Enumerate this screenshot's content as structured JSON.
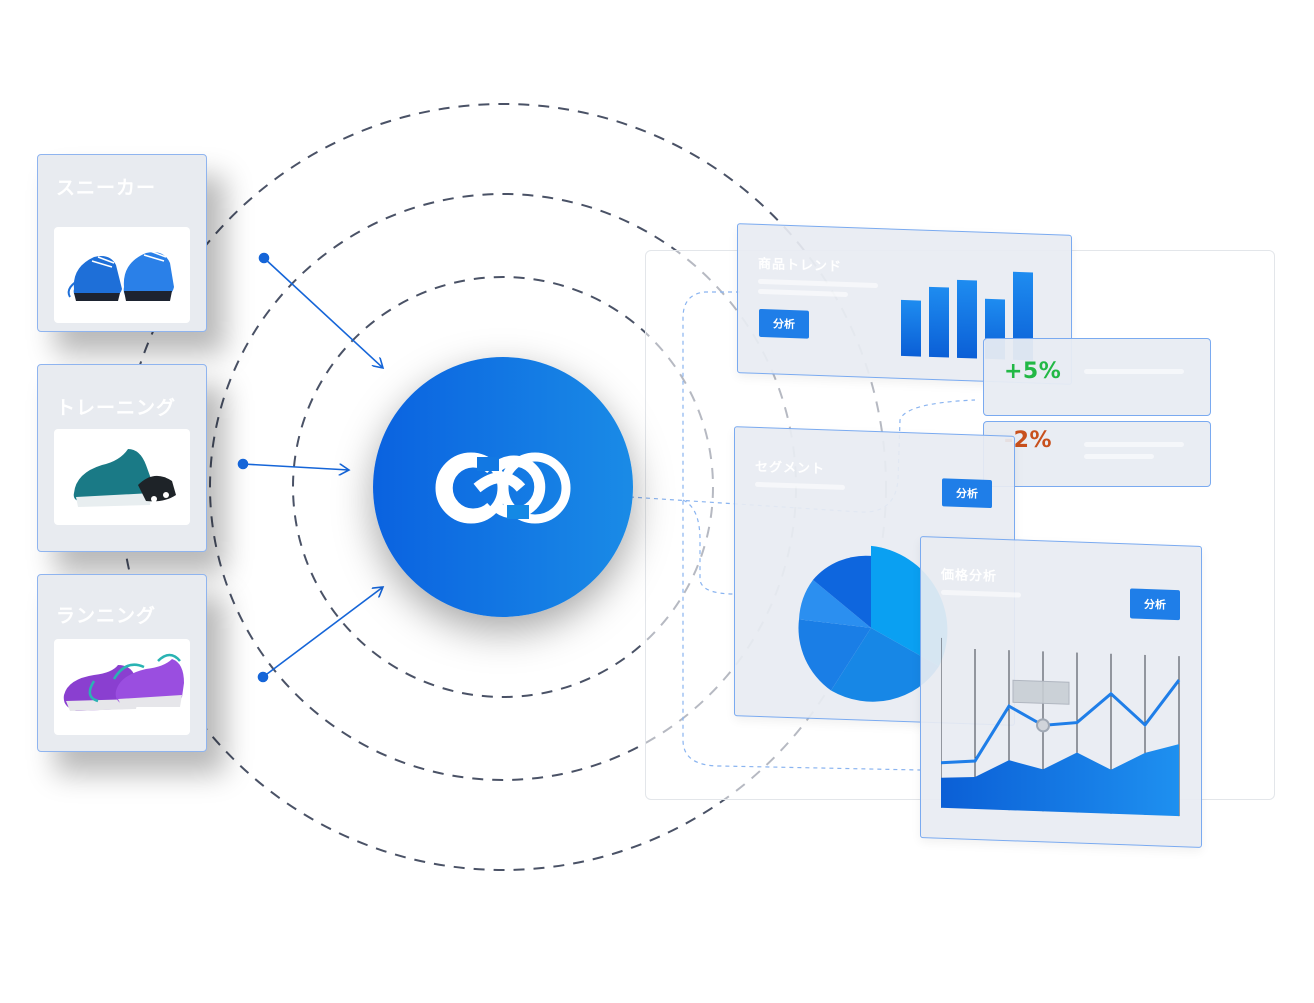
{
  "categories": [
    {
      "label": "スニーカー",
      "shoe_color": "#1e6fd8",
      "icon": "sneaker-photo"
    },
    {
      "label": "トレーニング",
      "shoe_color": "#1a7a86",
      "icon": "training-shoe-photo"
    },
    {
      "label": "ランニング",
      "shoe_color": "#8a3fd0",
      "icon": "running-shoe-photo"
    }
  ],
  "hub": {
    "icon": "infinity-link-logo-icon"
  },
  "panels": {
    "trend": {
      "title": "商品トレンド",
      "button": "分析"
    },
    "segment": {
      "title": "セグメント",
      "button": "分析"
    },
    "price": {
      "title": "価格分析",
      "button": "分析"
    }
  },
  "stats": [
    {
      "value": "+5%",
      "color": "#22b845"
    },
    {
      "value": "-2%",
      "color": "#c8501c"
    }
  ],
  "colors": {
    "accent": "#1f7ee8",
    "card_border": "#8fb4ef"
  }
}
